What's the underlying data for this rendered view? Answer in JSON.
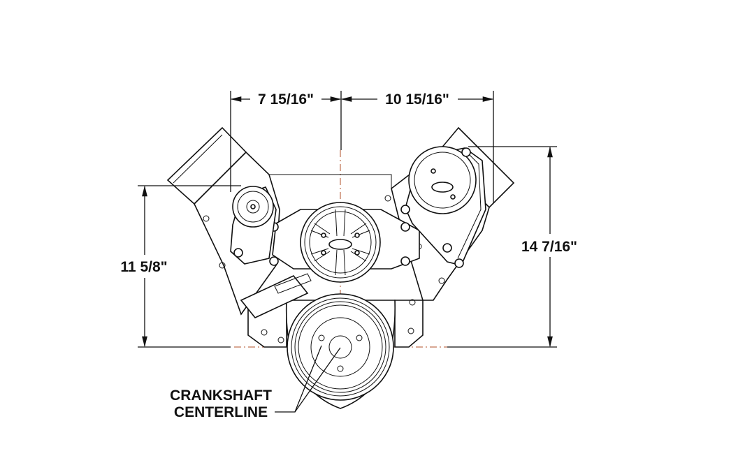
{
  "dimensions": {
    "left_horizontal": "7 15/16\"",
    "right_horizontal": "10 15/16\"",
    "left_vertical": "11 5/8\"",
    "right_vertical": "14 7/16\""
  },
  "callout": {
    "line1": "CRANKSHAFT",
    "line2": "CENTERLINE"
  },
  "colors": {
    "line": "#111111",
    "centerline": "#b0502a"
  }
}
